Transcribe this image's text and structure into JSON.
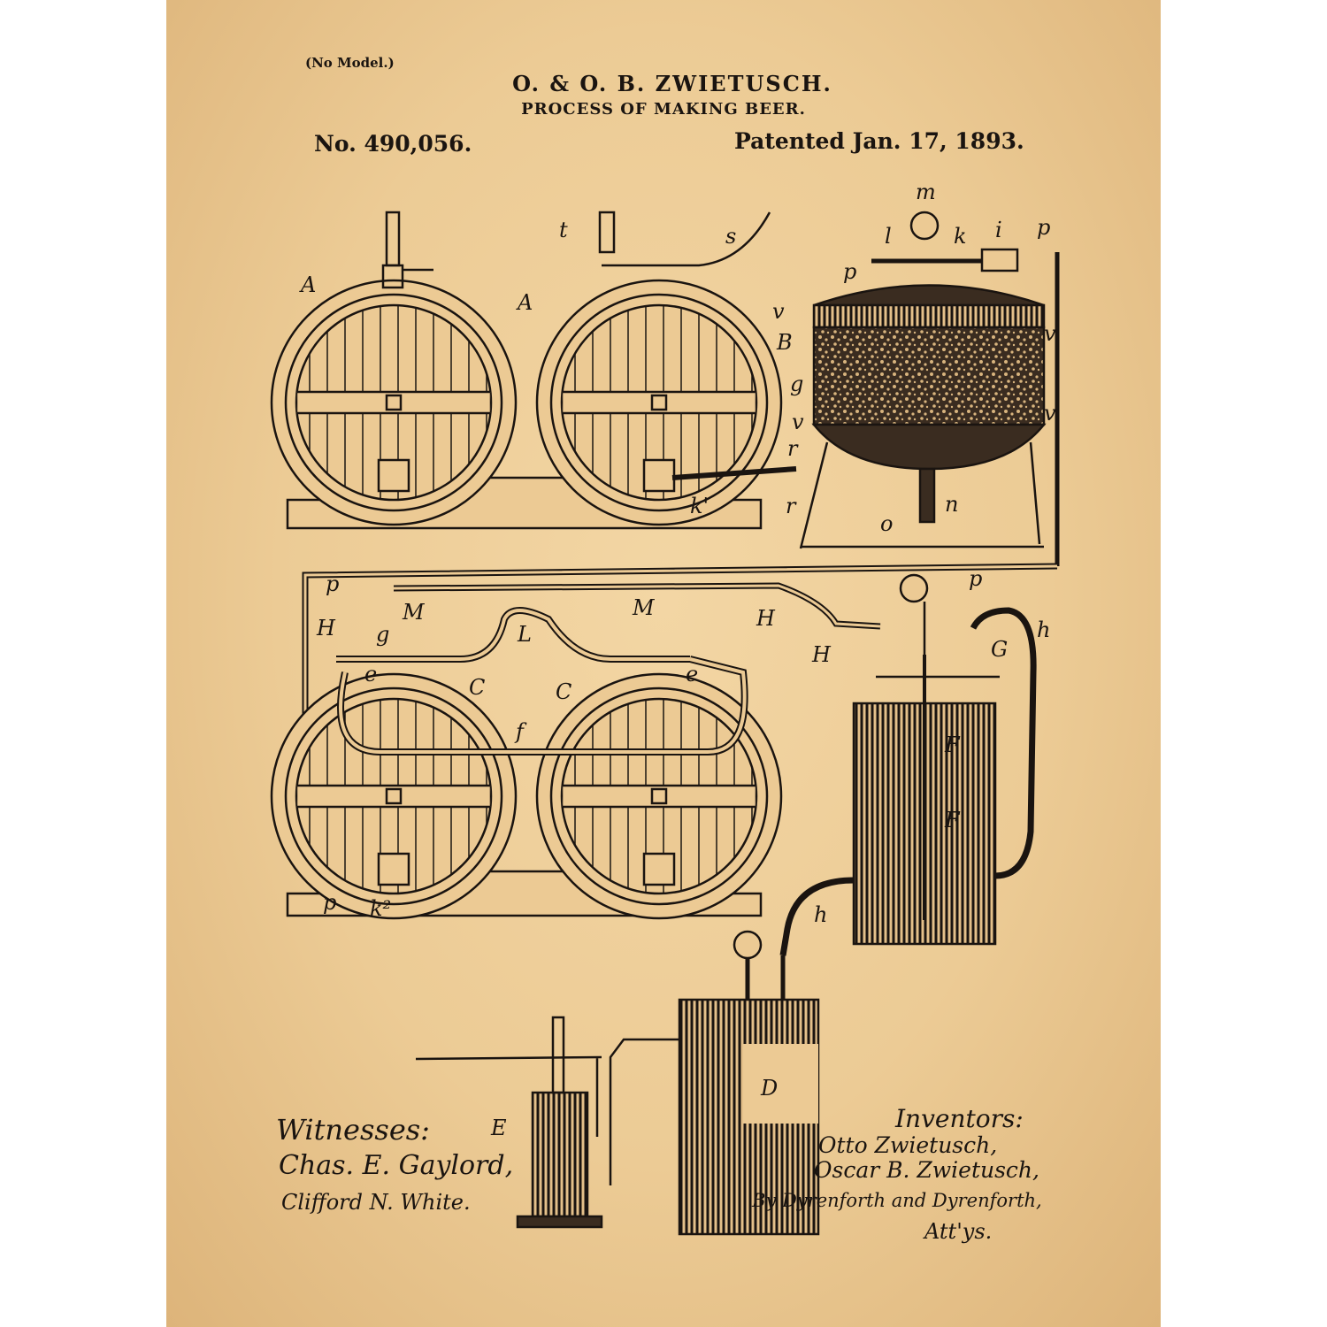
{
  "header": {
    "no_model": "(No Model.)",
    "inventors_title": "O. & O. B. ZWIETUSCH.",
    "invention": "PROCESS OF MAKING BEER.",
    "patent_number": "No. 490,056.",
    "patent_date": "Patented Jan. 17, 1893."
  },
  "labels": [
    "A",
    "A",
    "t",
    "s",
    "m",
    "l",
    "k",
    "i",
    "p",
    "p",
    "v",
    "B",
    "v",
    "g",
    "v",
    "v",
    "r",
    "r",
    "k'",
    "n",
    "o",
    "p",
    "p",
    "H",
    "M",
    "M",
    "L",
    "H",
    "h",
    "H",
    "g",
    "e",
    "e",
    "C",
    "C",
    "f",
    "G",
    "F",
    "F",
    "h",
    "p",
    "k²",
    "D",
    "E"
  ],
  "footer": {
    "witnesses_label": "Witnesses:",
    "witness_1": "Chas. E. Gaylord,",
    "witness_2": "Clifford N. White.",
    "inventors_label": "Inventors:",
    "inventor_1": "Otto Zwietusch,",
    "inventor_2": "Oscar B. Zwietusch,",
    "attorneys": "By Dyrenforth and Dyrenforth,",
    "attys": "Att'ys."
  },
  "colors": {
    "paper": "#ecca94",
    "ink": "#1a1410"
  }
}
